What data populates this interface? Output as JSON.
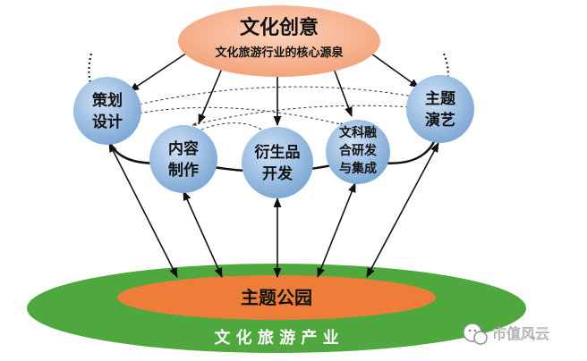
{
  "top": {
    "title": "文化创意",
    "subtitle": "文化旅游行业的核心源泉"
  },
  "nodes": {
    "design": {
      "line1": "策划",
      "line2": "设计"
    },
    "content": {
      "line1": "内容",
      "line2": "制作"
    },
    "derive": {
      "line1": "衍生品",
      "line2": "开发"
    },
    "tech": {
      "line1": "文科融",
      "line2": "合研发",
      "line3": "与集成"
    },
    "show": {
      "line1": "主题",
      "line2": "演艺"
    }
  },
  "base": {
    "park": "主题公园",
    "industry": "文 化 旅 游 产 业"
  },
  "watermark": {
    "text": "市值风云",
    "icon": "wechat-icon"
  },
  "colors": {
    "top_fill": "#f6b08c",
    "node_fill": "#a8c8ea",
    "park_fill": "#ee7d3a",
    "industry_fill": "#4fa83d",
    "arrow": "#111111"
  }
}
